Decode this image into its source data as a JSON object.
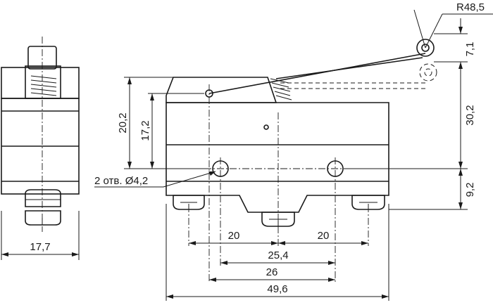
{
  "dimensions": {
    "radius": "R48,5",
    "lever_offset": "7,1",
    "height_total": "30,2",
    "terminal_height": "9,2",
    "height_left_outer": "20,2",
    "height_left_inner": "17,2",
    "holes_note": "2 отв. Ø4,2",
    "terminal_pitch_left": "20",
    "terminal_pitch_right": "20",
    "hole_distance": "25,4",
    "inner_width": "26",
    "total_width": "49,6",
    "side_width": "17,7"
  }
}
